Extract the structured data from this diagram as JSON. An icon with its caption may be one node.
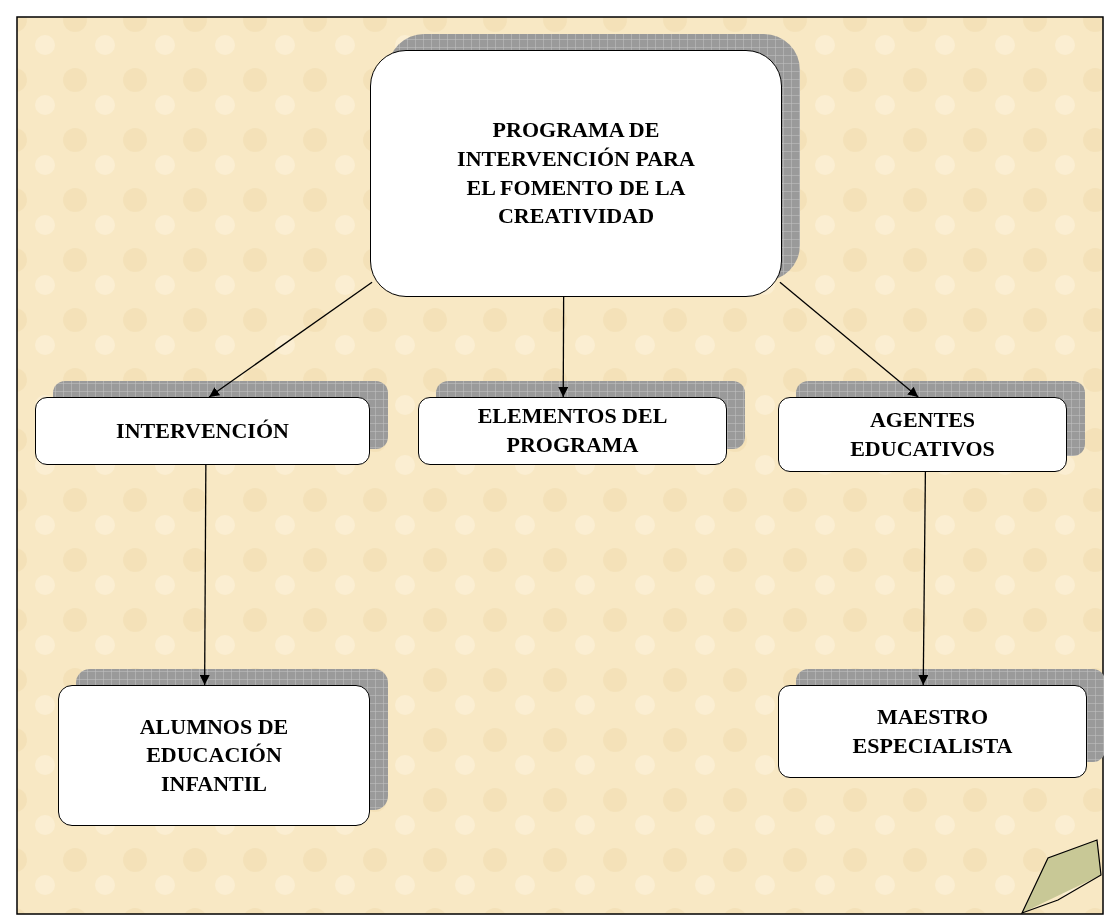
{
  "diagram": {
    "nodes": [
      {
        "text": [
          "PROGRAMA DE INTERVENCIÓN PARA EL FOMENTO DE LA CREATIVIDAD"
        ]
      },
      {
        "text": [
          "INTERVENCIÓN"
        ]
      },
      {
        "text": [
          "ELEMENTOS DEL PROGRAMA"
        ]
      },
      {
        "text": [
          "AGENTES EDUCATIVOS"
        ]
      },
      {
        "text": [
          "ALUMNOS DE EDUCACIÓN INFANTIL"
        ]
      },
      {
        "text": [
          "MAESTRO ESPECIALISTA"
        ]
      }
    ],
    "edges": [
      {
        "from": 0,
        "to": 1,
        "arrow": "to"
      },
      {
        "from": 0,
        "to": 2,
        "arrow": "to"
      },
      {
        "from": 0,
        "to": 3,
        "arrow": "to"
      },
      {
        "from": 1,
        "to": 4,
        "arrow": "to"
      },
      {
        "from": 3,
        "to": 5,
        "arrow": "to"
      }
    ]
  }
}
